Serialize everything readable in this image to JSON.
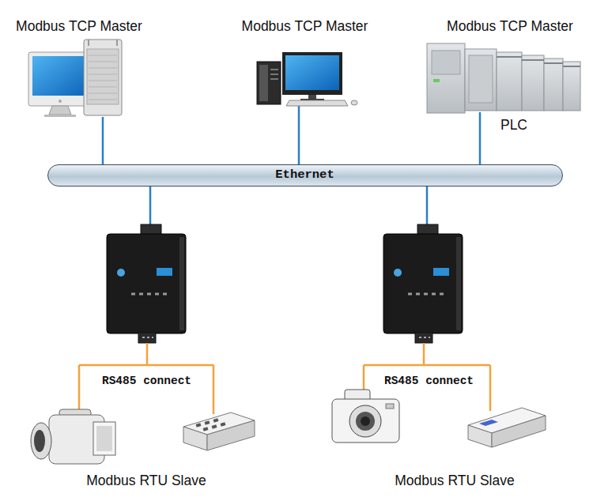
{
  "diagram": {
    "nodes": [
      {
        "text": [
          "Modbus TCP Master"
        ]
      },
      {
        "text": [
          "Modbus TCP Master"
        ]
      },
      {
        "text": [
          "Modbus TCP Master",
          "PLC"
        ]
      },
      {
        "text": [
          "Ethernet"
        ]
      },
      {
        "text": [
          "Modbus RTU Slave"
        ]
      },
      {
        "text": [
          "Modbus RTU Slave"
        ]
      }
    ],
    "edges": [
      {
        "from": 0,
        "to": 3,
        "arrow": "none"
      },
      {
        "from": 1,
        "to": 3,
        "arrow": "none"
      },
      {
        "from": 2,
        "to": 3,
        "arrow": "none"
      }
    ],
    "labels": [
      "RS485 connect",
      "RS485 connect"
    ]
  }
}
